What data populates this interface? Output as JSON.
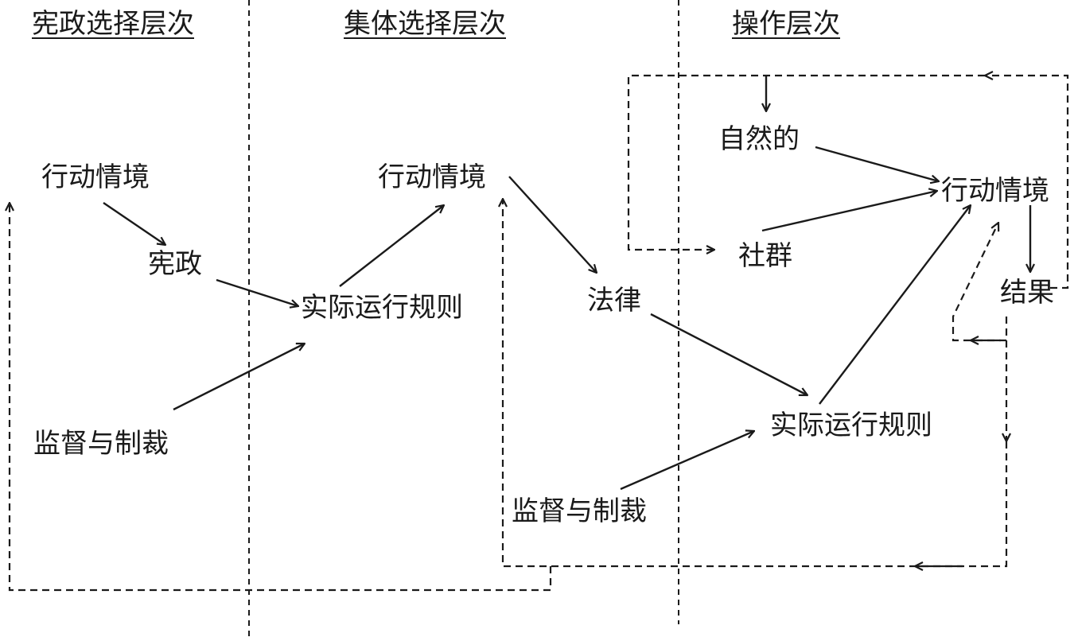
{
  "headers": {
    "constitutional": "宪政选择层次",
    "collective": "集体选择层次",
    "operational": "操作层次"
  },
  "nodes": {
    "const_action": "行动情境",
    "constitution": "宪政",
    "const_monitor": "监督与制裁",
    "working_rules_1": "实际运行规则",
    "coll_action": "行动情境",
    "law": "法律",
    "coll_monitor": "监督与制裁",
    "working_rules_2": "实际运行规则",
    "natural": "自然的",
    "community": "社群",
    "oper_action": "行动情境",
    "outcome": "结果"
  },
  "colors": {
    "line": "#1a1a1a",
    "text": "#1a1a1a",
    "background": "#ffffff"
  }
}
